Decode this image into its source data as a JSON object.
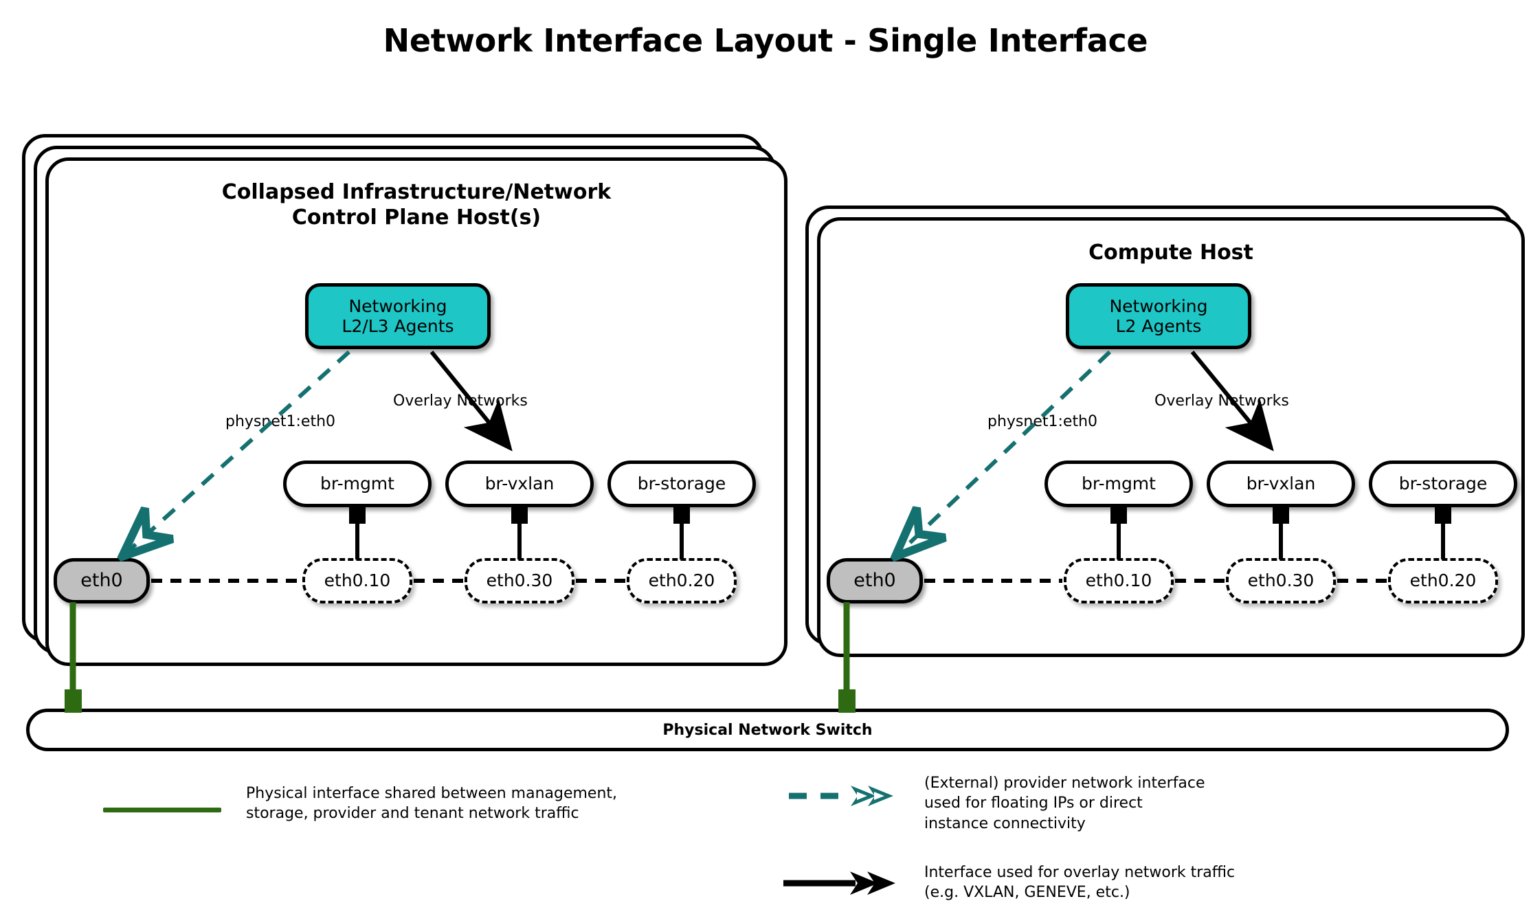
{
  "title": "Network Interface Layout - Single Interface",
  "colors": {
    "agent_fill": "#1ec6c6",
    "phys_fill": "#bfbfbf",
    "provider_teal": "#157070",
    "physical_green": "#2d6a12",
    "stroke": "#000000",
    "background": "#ffffff"
  },
  "hosts": [
    {
      "id": "control-plane-host",
      "title": "Collapsed Infrastructure/Network\nControl Plane Host(s)",
      "title_line1": "Collapsed Infrastructure/Network",
      "title_line2": "Control Plane Host(s)",
      "stack_layers": 3,
      "agent": "Networking\nL2/L3 Agents",
      "agent_line1": "Networking",
      "agent_line2": "L2/L3 Agents",
      "provider_label": "physnet1:eth0",
      "overlay_label": "Overlay Networks",
      "physical_interface": "eth0",
      "bridges": [
        {
          "bridge": "br-mgmt",
          "vlan": "eth0.10"
        },
        {
          "bridge": "br-vxlan",
          "vlan": "eth0.30"
        },
        {
          "bridge": "br-storage",
          "vlan": "eth0.20"
        }
      ]
    },
    {
      "id": "compute-host",
      "title": "Compute Host",
      "title_line1": "Compute Host",
      "title_line2": "",
      "stack_layers": 2,
      "agent": "Networking\nL2 Agents",
      "agent_line1": "Networking",
      "agent_line2": "L2 Agents",
      "provider_label": "physnet1:eth0",
      "overlay_label": "Overlay Networks",
      "physical_interface": "eth0",
      "bridges": [
        {
          "bridge": "br-mgmt",
          "vlan": "eth0.10"
        },
        {
          "bridge": "br-vxlan",
          "vlan": "eth0.30"
        },
        {
          "bridge": "br-storage",
          "vlan": "eth0.20"
        }
      ]
    }
  ],
  "switch": {
    "label": "Physical Network Switch"
  },
  "legend": [
    {
      "id": "physical-interface",
      "marker": "solid-green-line",
      "text": "Physical interface shared between management,\nstorage, provider and tenant network traffic"
    },
    {
      "id": "provider-interface",
      "marker": "teal-dashed-double-arrow",
      "text": "(External) provider network interface\nused for floating IPs or direct\ninstance connectivity"
    },
    {
      "id": "overlay-interface",
      "marker": "black-solid-double-arrow",
      "text": "Interface used for overlay network traffic\n(e.g. VXLAN, GENEVE, etc.)"
    }
  ]
}
